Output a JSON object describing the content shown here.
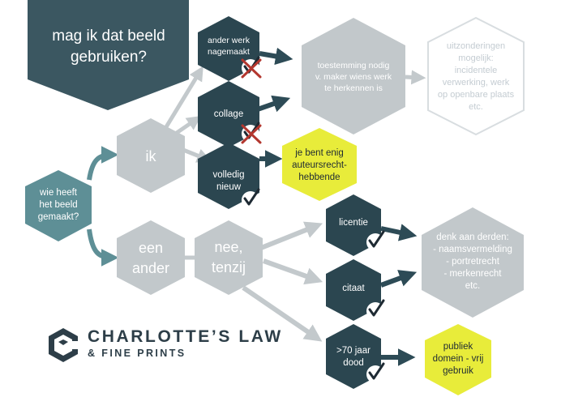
{
  "colors": {
    "dark_slate": "#2d4b56",
    "teal": "#5e8f96",
    "light_gray": "#c2c8cb",
    "dark_node": "#2b4650",
    "yellow": "#e8ec3a",
    "ghost_border": "#d8dde0",
    "arrow_dark": "#2d4b56",
    "arrow_light": "#c3c9cc",
    "cross_red": "#b3372f"
  },
  "title": "mag ik dat beeld\ngebruiken?",
  "nodes": {
    "who": "wie heeft\nhet beeld\ngemaakt?",
    "me": "ik",
    "other": "een\nander",
    "no_unless": "nee,\ntenzij",
    "copied": "ander werk\nnagemaakt",
    "collage": "collage",
    "new": "volledig\nnieuw",
    "permission": "toestemming nodig\nv. maker wiens werk\nte herkennen is",
    "exceptions": "uitzonderingen\nmogelijk:\nincidentele\nverwerking, werk\nop openbare plaats\netc.",
    "sole_owner": "je bent enig\nauteursrecht-\nhebbende",
    "license": "licentie",
    "quote": "citaat",
    "dead70": ">70 jaar\ndood",
    "third_parties": "denk aan derden:\n- naamsvermelding\n- portretrecht\n- merkenrecht\netc.",
    "public_domain": "publiek\ndomein - vrij\ngebruik"
  },
  "marks": {
    "copied": "cross-check-icon",
    "collage": "cross-check-icon",
    "new": "check-icon",
    "license": "check-icon",
    "quote": "check-icon",
    "dead70": "check-icon"
  },
  "logo": {
    "name": "CHARLOTTE’S LAW",
    "sub": "& FINE PRINTS",
    "icon": "hexagon-c-logo-icon"
  }
}
